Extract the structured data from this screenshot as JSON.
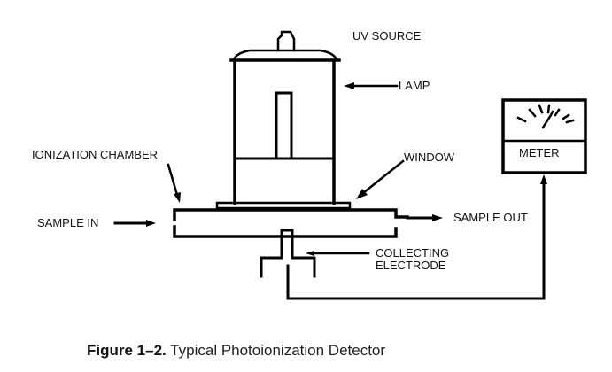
{
  "diagram": {
    "labels": {
      "uv_source": "UV SOURCE",
      "lamp": "LAMP",
      "ionization_chamber": "IONIZATION CHAMBER",
      "window": "WINDOW",
      "sample_in": "SAMPLE IN",
      "sample_out": "SAMPLE OUT",
      "collecting": "COLLECTING",
      "electrode": "ELECTRODE",
      "meter": "METER"
    },
    "caption": {
      "number": "Figure 1–2.",
      "text": " Typical Photoionization Detector"
    }
  }
}
